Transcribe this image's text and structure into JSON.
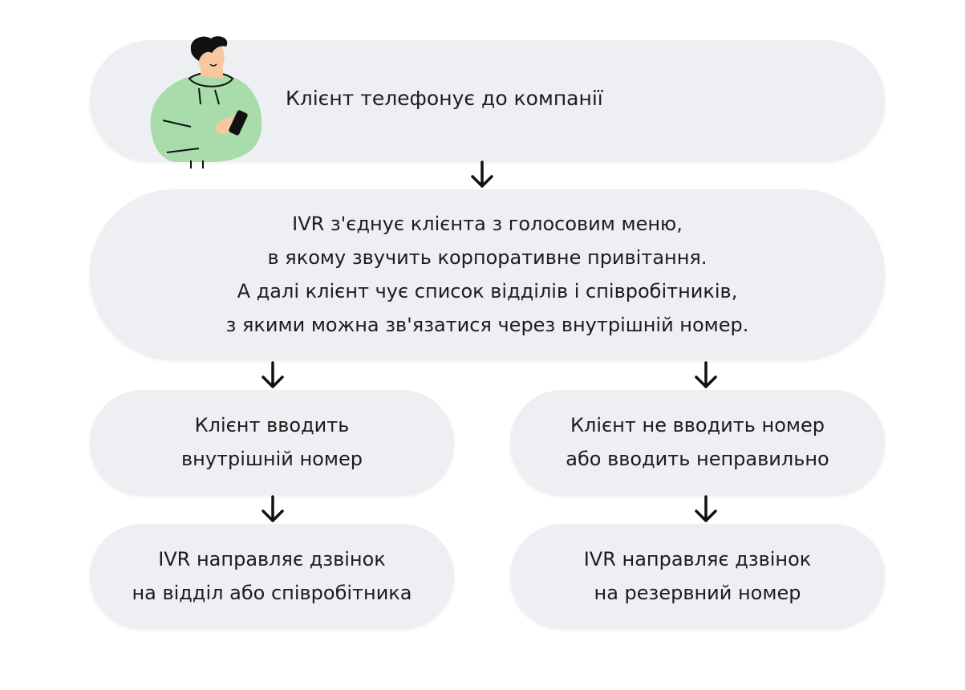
{
  "steps": {
    "call": {
      "text": "Клієнт телефонує до компанії"
    },
    "ivr_menu": {
      "lines": [
        "IVR з'єднує клієнта з голосовим меню,",
        "в якому звучить корпоративне привітання.",
        "А далі клієнт чує список відділів і співробітників,",
        "з якими можна зв'язатися через внутрішній номер."
      ]
    },
    "enters_number": {
      "lines": [
        "Клієнт вводить",
        "внутрішній номер"
      ]
    },
    "no_number": {
      "lines": [
        "Клієнт не вводить номер",
        "або вводить неправильно"
      ]
    },
    "route_employee": {
      "lines": [
        "IVR направляє дзвінок",
        "на відділ або співробітника"
      ]
    },
    "route_backup": {
      "lines": [
        "IVR направляє дзвінок",
        "на резервний номер"
      ]
    }
  },
  "colors": {
    "box": "#eeeff3",
    "hoodie": "#a8dcaa",
    "skin": "#f7c7a0"
  }
}
